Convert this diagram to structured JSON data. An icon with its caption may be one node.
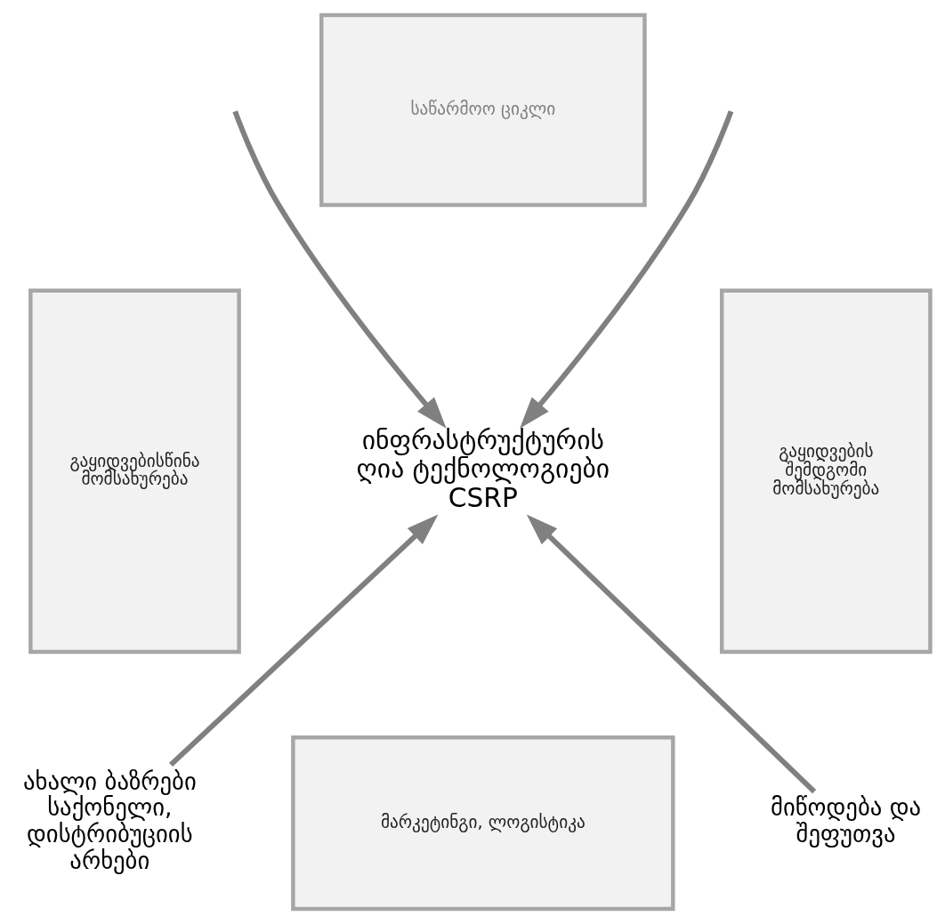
{
  "diagram": {
    "nodes": [
      {
        "text": [
          "ინფრასტრუქტურის ღია ტექნოლოგიები CSRP"
        ]
      },
      {
        "text": [
          "საწარმოო ციკლი"
        ]
      },
      {
        "text": [
          "გაყიდვებისწინა მომსახურება"
        ]
      },
      {
        "text": [
          "გაყიდვების შემდგომი მომსახურება"
        ]
      },
      {
        "text": [
          "მარკეტინგი, ლოგისტიკა"
        ]
      },
      {
        "text": [
          "ახალი ბაზრები საქონელი, დისტრიბუციის არხები"
        ]
      },
      {
        "text": [
          "მიწოდება და შეფუთვა"
        ]
      }
    ],
    "edges": [
      {
        "from": null,
        "to": 0,
        "arrow": "to"
      },
      {
        "from": null,
        "to": 0,
        "arrow": "to"
      },
      {
        "from": 5,
        "to": 0,
        "arrow": "to"
      },
      {
        "from": 6,
        "to": 0,
        "arrow": "to"
      }
    ]
  }
}
